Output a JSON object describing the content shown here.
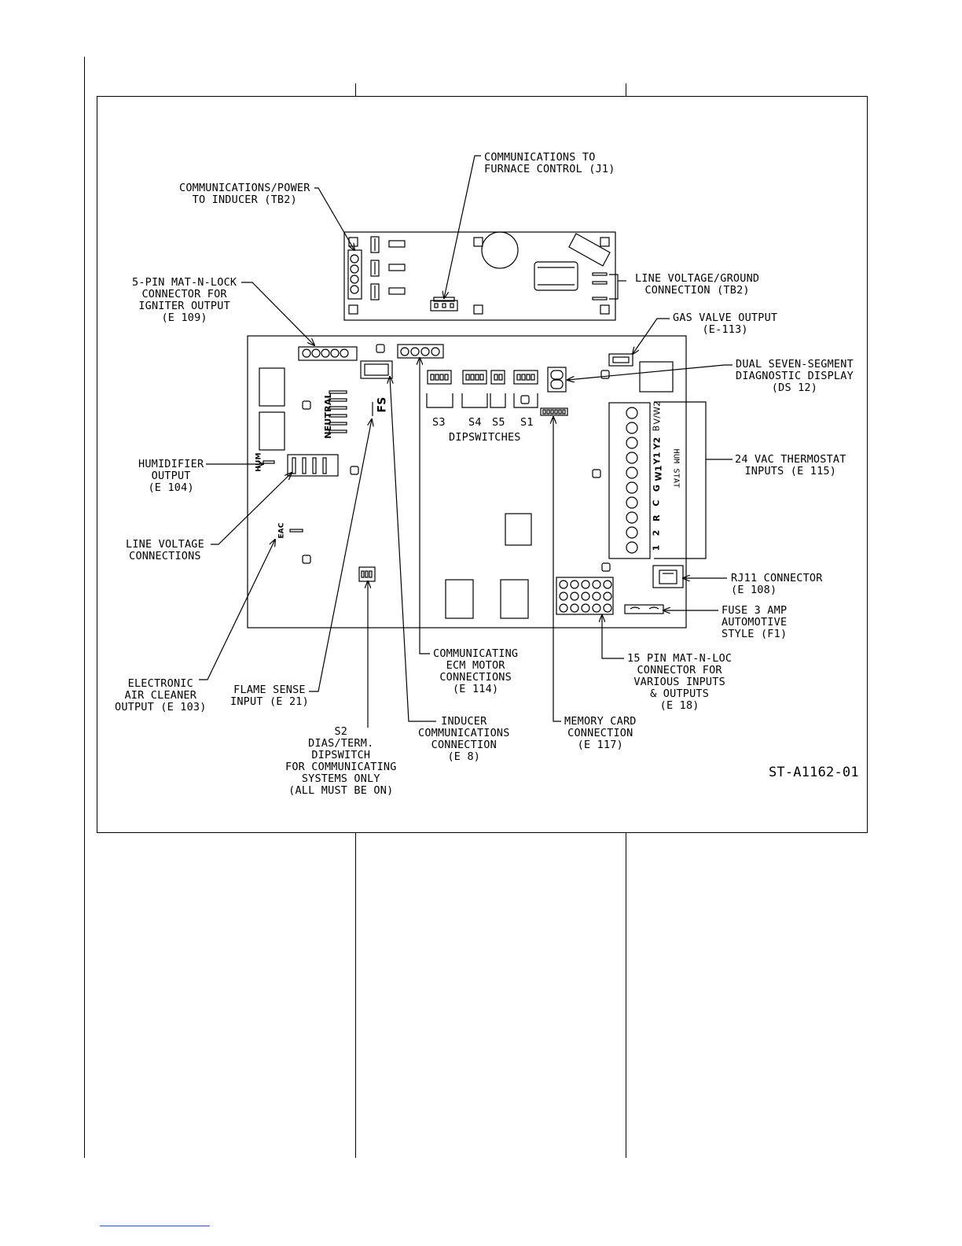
{
  "labels": {
    "comm_furnace": "COMMUNICATIONS TO\nFURNACE CONTROL (J1)",
    "comm_power": "COMMUNICATIONS/POWER\nTO INDUCER (TB2)",
    "line_voltage_ground": "LINE VOLTAGE/GROUND\nCONNECTION (TB2)",
    "five_pin": "5-PIN MAT-N-LOCK\nCONNECTOR FOR\nIGNITER OUTPUT\n(E 109)",
    "gas_valve": "GAS VALVE OUTPUT\n(E-113)",
    "dual_display": "DUAL SEVEN-SEGMENT\nDIAGNOSTIC DISPLAY\n(DS 12)",
    "humidifier": "HUMIDIFIER\nOUTPUT\n(E 104)",
    "thermostat": "24 VAC THERMOSTAT\nINPUTS (E 115)",
    "line_voltage_conn": "LINE VOLTAGE\nCONNECTIONS",
    "rj11": "RJ11 CONNECTOR\n(E 108)",
    "fuse": "FUSE 3 AMP\nAUTOMOTIVE\nSTYLE (F1)",
    "ecm_motor": "COMMUNICATING\nECM MOTOR\nCONNECTIONS\n(E 114)",
    "fifteen_pin": "15 PIN MAT-N-LOC\nCONNECTOR FOR\nVARIOUS INPUTS\n& OUTPUTS\n(E 18)",
    "eac": "ELECTRONIC\nAIR CLEANER\nOUTPUT (E 103)",
    "flame_sense": "FLAME SENSE\nINPUT (E 21)",
    "inducer_comm": "INDUCER\nCOMMUNICATIONS\nCONNECTION\n(E 8)",
    "memory_card": "MEMORY CARD\nCONNECTION\n(E 117)",
    "s2": "S2\nDIAS/TERM.\nDIPSWITCH\nFOR COMMUNICATING\nSYSTEMS ONLY\n(ALL MUST BE ON)",
    "part_number": "ST-A1162-01"
  },
  "board": {
    "dipswitch_labels": [
      "S3",
      "S4",
      "S5",
      "S1"
    ],
    "dipswitches_title": "DIPSWITCHES",
    "neutral": "NEUTRAL",
    "fs": "FS",
    "hum": "HUM",
    "eac": "EAC",
    "hum_stat": "HUM STAT",
    "terminals": [
      "V/W2",
      "B",
      "Y2",
      "Y1",
      "W1",
      "G",
      "C",
      "R",
      "2",
      "1"
    ]
  }
}
